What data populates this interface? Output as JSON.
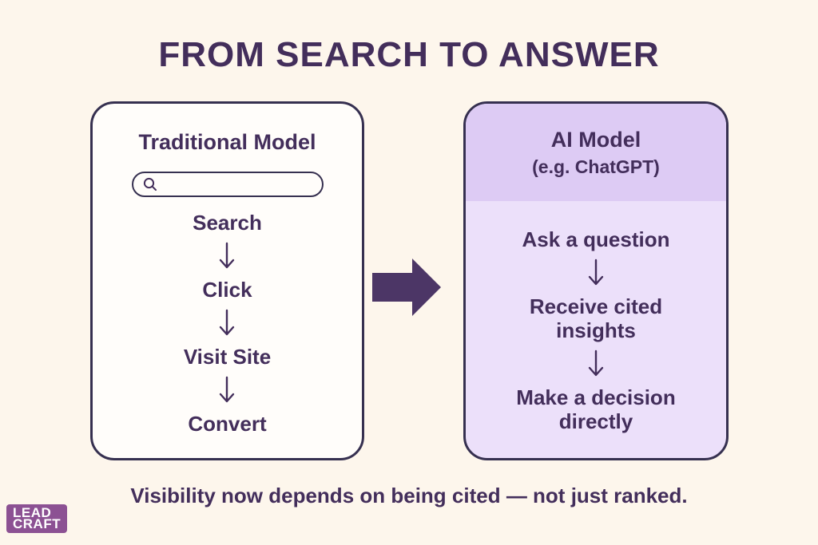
{
  "header": {
    "title": "FROM SEARCH TO ANSWER"
  },
  "traditional_model": {
    "title": "Traditional Model",
    "search_bar": {
      "value": "",
      "icon": "magnifier"
    },
    "steps": [
      "Search",
      "Click",
      "Visit Site",
      "Convert"
    ]
  },
  "ai_model": {
    "title": "AI Model",
    "subtitle": "(e.g. ChatGPT)",
    "steps": [
      "Ask a question",
      "Receive cited insights",
      "Make a decision directly"
    ]
  },
  "footer": {
    "caption": "Visibility now depends on being cited — not just ranked.",
    "logo": {
      "line1": "LEAD",
      "line2": "CRAFT"
    }
  },
  "icons": {
    "search": "search-icon",
    "flow_arrow": "down-arrow-icon",
    "transition_arrow": "right-arrow-icon"
  },
  "colors": {
    "background": "#fdf6ec",
    "ink": "#432e5b",
    "border": "#363050",
    "arrow": "#4c3666",
    "ai_header_bg": "#ddcbf4",
    "ai_body_bg": "#ece0fa",
    "box_bg": "#fffdfa",
    "logo_bg": "#8c5193",
    "logo_ink": "#ffffff"
  }
}
